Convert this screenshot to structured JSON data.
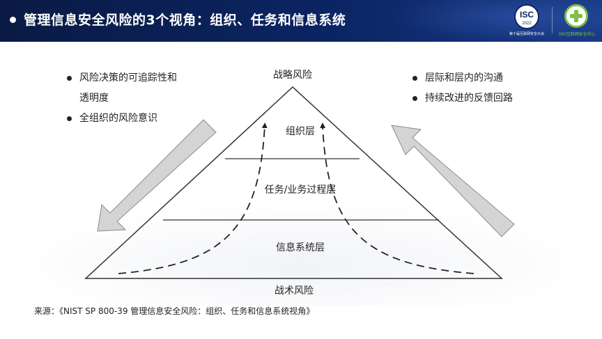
{
  "header": {
    "title": "管理信息安全风险的3个视角：组织、任务和信息系统",
    "logos": [
      {
        "badge": "ISC",
        "year": "2022",
        "caption": "第十届互联网安全大会"
      },
      {
        "name": "360-logo",
        "caption": "360互联网安全中心"
      }
    ]
  },
  "left_bullets": [
    {
      "line1": "风险决策的可追踪性和",
      "line2": "透明度"
    },
    {
      "line1": "全组织的风险意识"
    }
  ],
  "right_bullets": [
    {
      "line1": "层际和层内的沟通"
    },
    {
      "line1": "持续改进的反馈回路"
    }
  ],
  "pyramid": {
    "top_label": "战略风险",
    "tier1": "组织层",
    "tier2": "任务/业务过程层",
    "tier3": "信息系统层",
    "bottom_label": "战术风险"
  },
  "footer": {
    "source": "来源：《NIST SP 800-39  管理信息安全风险：组织、任务和信息系统视角》"
  },
  "colors": {
    "header_bg": "#0b2563",
    "arrow_fill": "#d4d4d4",
    "arrow_stroke": "#8c8c8c",
    "logo_green": "#7cc242"
  }
}
